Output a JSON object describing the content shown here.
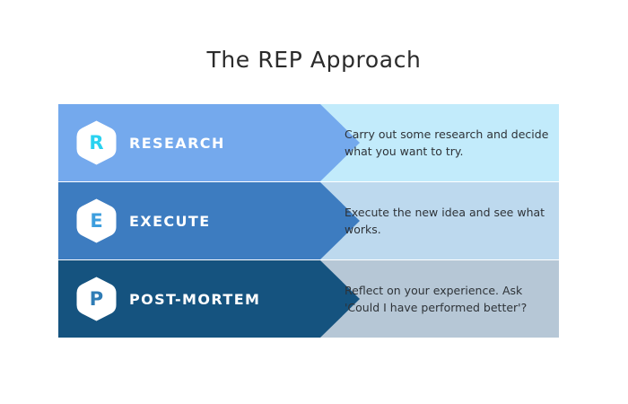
{
  "title": "The REP Approach",
  "diagram": {
    "type": "process-arrow-list",
    "steps": [
      {
        "initial": "R",
        "label": "RESEARCH",
        "description": "Carry out some research and decide what you want to try.",
        "arrow_color": "#74a9ed",
        "panel_color": "#c2ebfb",
        "letter_color": "#2ad2f0",
        "badge_color": "#ffffff"
      },
      {
        "initial": "E",
        "label": "EXECUTE",
        "description": "Execute the new idea and see what works.",
        "arrow_color": "#3d7cc0",
        "panel_color": "#bdd9ee",
        "letter_color": "#3d9ede",
        "badge_color": "#ffffff"
      },
      {
        "initial": "P",
        "label": "POST-MORTEM",
        "description": "Reflect on your experience. Ask 'Could I have performed better'?",
        "arrow_color": "#15537f",
        "panel_color": "#b6c7d6",
        "letter_color": "#2f7cb5",
        "badge_color": "#ffffff"
      }
    ]
  },
  "colors": {
    "background": "#ffffff",
    "title": "#2b2b2b",
    "label_text": "#ffffff",
    "description_text": "#2e3338"
  }
}
